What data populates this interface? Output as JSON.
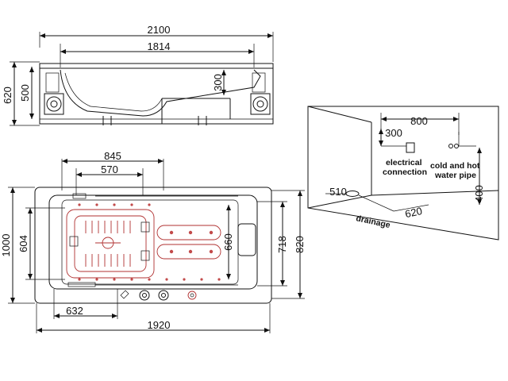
{
  "side_view": {
    "overall_length": "2100",
    "inner_length": "1814",
    "height_total": "620",
    "height_shell": "500",
    "step_height": "300"
  },
  "top_view": {
    "width_outer": "845",
    "width_inner": "570",
    "length_total": "1920",
    "length_left": "632",
    "height_outer": "1000",
    "height_inner": "604",
    "height_panel": "660",
    "right_inner": "718",
    "right_outer": "820"
  },
  "install_view": {
    "top_width": "800",
    "offset_300": "300",
    "depth_400": "400",
    "drain_510": "510",
    "drain_620": "620",
    "label_electrical_1": "electrical",
    "label_electrical_2": "connection",
    "label_water_1": "cold and hot",
    "label_water_2": "water pipe",
    "label_drainage": "drainage"
  },
  "colors": {
    "line": "#111111",
    "accent": "#b03030"
  }
}
